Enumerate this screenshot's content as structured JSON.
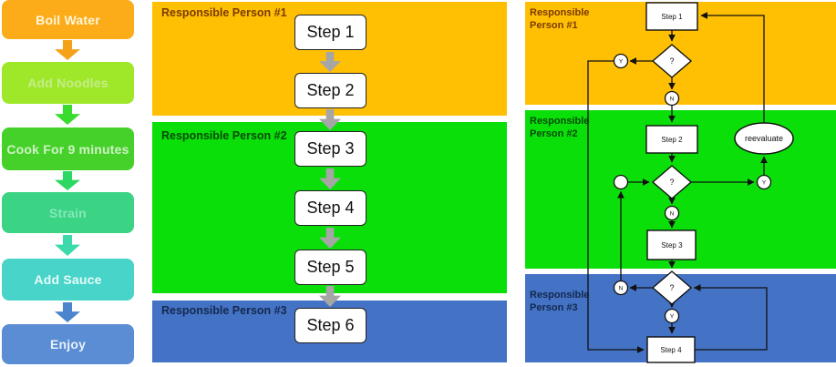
{
  "left_flow": {
    "steps": [
      {
        "label": "Boil Water",
        "box_color": "#FBAC18",
        "text_color": "#FFF6DC",
        "arrow_color": "#F5A21B"
      },
      {
        "label": "Add Noodles",
        "box_color": "#9EE829",
        "text_color": "#C6EC89",
        "arrow_color": "#39DB2E"
      },
      {
        "label": "Cook For 9 minutes",
        "box_color": "#46D12A",
        "text_color": "#CDF2C4",
        "arrow_color": "#2CD862"
      },
      {
        "label": "Strain",
        "box_color": "#3BD384",
        "text_color": "#86E8B9",
        "arrow_color": "#3CDAAB"
      },
      {
        "label": "Add Sauce",
        "box_color": "#48D4C8",
        "text_color": "#E6FBF9",
        "arrow_color": "#4C84CE"
      },
      {
        "label": "Enjoy",
        "box_color": "#5A8DD3",
        "text_color": "#E8F1FB",
        "arrow_color": null
      }
    ]
  },
  "swimlane": {
    "arrow_color": "#A6A6A6",
    "lanes": [
      {
        "label": "Responsible Person #1",
        "color": "#FFC003",
        "label_color": "#7B3A00",
        "steps": {
          "s1": "Step 1",
          "s2": "Step 2"
        }
      },
      {
        "label": "Responsible Person #2",
        "color": "#0ADF0A",
        "label_color": "#074A07",
        "steps": {
          "s3": "Step 3",
          "s4": "Step 4",
          "s5": "Step 5"
        }
      },
      {
        "label": "Responsible Person #3",
        "color": "#4472C4",
        "label_color": "#14294E",
        "steps": {
          "s6": "Step 6"
        }
      }
    ]
  },
  "flowchart": {
    "line_color": "#111111",
    "lanes": [
      {
        "line1": "Responsible",
        "line2": "Person #1",
        "color": "#FFC003",
        "label_color": "#7B3A00"
      },
      {
        "line1": "Responsible",
        "line2": "Person #2",
        "color": "#0ADF0A",
        "label_color": "#074A07"
      },
      {
        "line1": "Responsible",
        "line2": "Person #3",
        "color": "#4472C4",
        "label_color": "#14294E"
      }
    ],
    "nodes": {
      "step1": "Step 1",
      "step2": "Step 2",
      "step3": "Step 3",
      "step4": "Step 4",
      "reevaluate": "reevaluate",
      "decision1": "?",
      "decision2": "?",
      "decision3": "?",
      "d1_yes": "Y",
      "d1_no": "N",
      "d2_in": "",
      "d2_yes": "Y",
      "d2_no": "N",
      "d3_no": "N",
      "d3_yes": "Y"
    }
  }
}
